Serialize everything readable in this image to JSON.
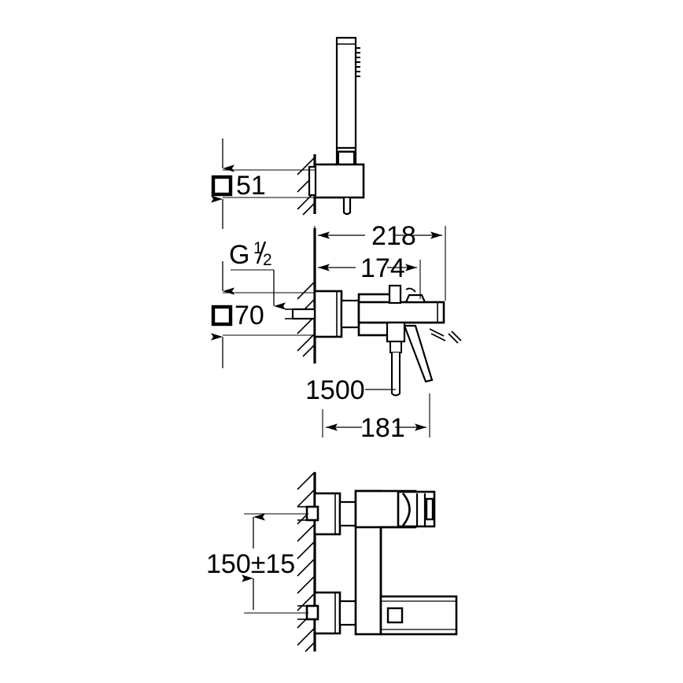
{
  "document": {
    "type": "technical-drawing",
    "subject": "wall-mounted single-lever bath/shower mixer with hand shower",
    "units": "mm",
    "line_color": "#000000",
    "background_color": "#ffffff"
  },
  "views": [
    {
      "id": "top-view",
      "name": "hand shower with wall holder — side elevation"
    },
    {
      "id": "middle-view",
      "name": "bath mixer — side elevation"
    },
    {
      "id": "bottom-view",
      "name": "bath mixer — front elevation"
    }
  ],
  "dimensions": {
    "holder_square": {
      "label": "51",
      "symbol": "□",
      "view": "top-view",
      "orientation": "vertical"
    },
    "thread": {
      "label": "G",
      "numerator": "1",
      "denominator": "2",
      "view": "middle-view",
      "orientation": "leader"
    },
    "escutcheon_square": {
      "label": "70",
      "symbol": "□",
      "view": "middle-view",
      "orientation": "vertical"
    },
    "overall_depth": {
      "label": "218",
      "view": "middle-view",
      "orientation": "horizontal"
    },
    "body_depth": {
      "label": "174",
      "view": "middle-view",
      "orientation": "horizontal"
    },
    "hose_length": {
      "label": "1500",
      "view": "middle-view",
      "orientation": "leader"
    },
    "spout_depth": {
      "label": "181",
      "view": "middle-view",
      "orientation": "horizontal"
    },
    "centre_distance": {
      "label": "150±15",
      "view": "bottom-view",
      "orientation": "vertical"
    }
  }
}
